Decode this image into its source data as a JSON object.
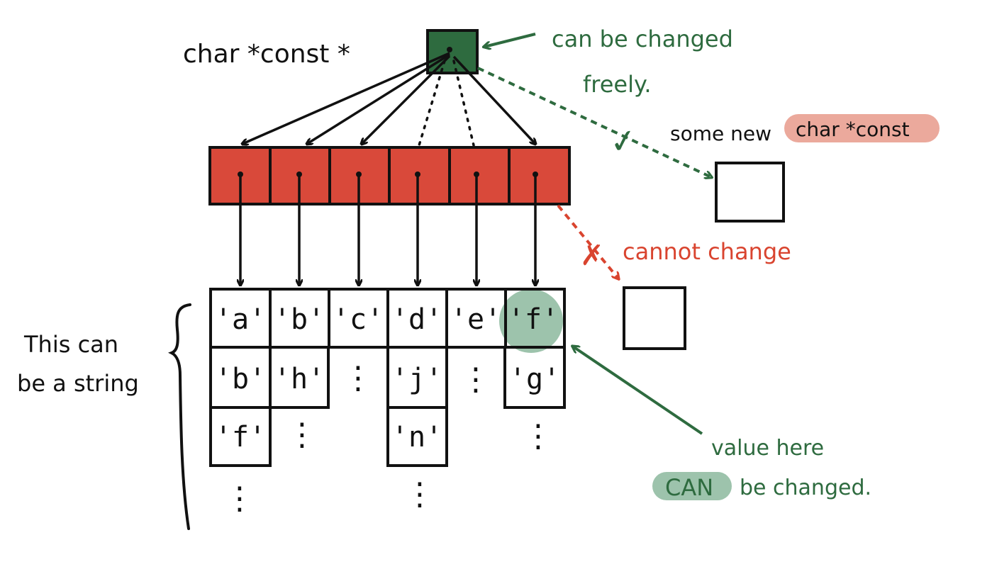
{
  "labels": {
    "pointer_type": "char *const *",
    "pointer_note_line1": "can be changed",
    "pointer_note_line2": "freely.",
    "new_target_prefix": "some new",
    "new_target_type": "char *const",
    "cannot_change": "cannot change",
    "string_note_line1": "This can",
    "string_note_line2": "be a string",
    "value_note_line1": "value here",
    "value_note_can": "CAN",
    "value_note_rest": "be changed."
  },
  "marks": {
    "check": "✓",
    "cross": "✗",
    "ellipsis": "⋮"
  },
  "char_grid": {
    "row1": [
      "'a'",
      "'b'",
      "'c'",
      "'d'",
      "'e'",
      "'f'"
    ],
    "row2": [
      "'b'",
      "'h'",
      "",
      "'j'",
      "",
      "'g'"
    ],
    "row3": [
      "'f'",
      "",
      "",
      "'n'",
      "",
      ""
    ]
  },
  "colors": {
    "pointer_box": "#2e6b3f",
    "pointer_array": "#d9493a",
    "note_green": "#2e6b3f",
    "note_red": "#d9442f",
    "pink_highlight": "#eba99c",
    "green_highlight": "#9dc3ac"
  }
}
